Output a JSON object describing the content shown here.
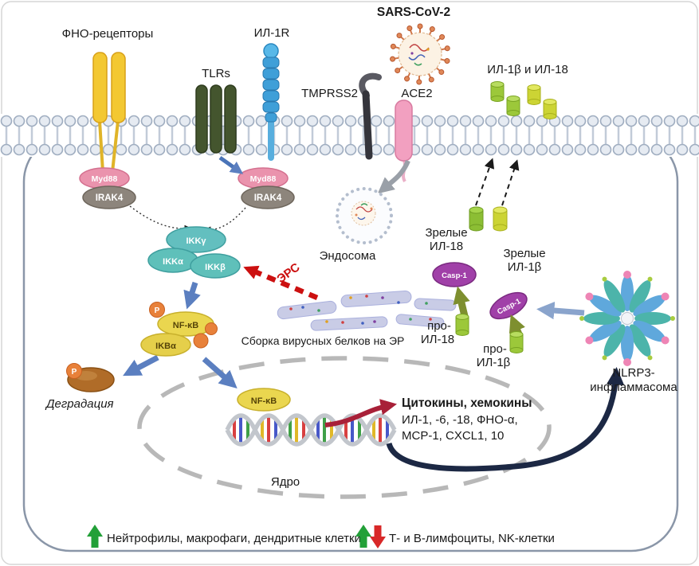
{
  "title": "SARS-CoV-2",
  "receptors": {
    "tnf": "ФНО-рецепторы",
    "tlrs": "TLRs",
    "il1r": "ИЛ-1R",
    "tmprss2": "TMPRSS2",
    "ace2": "ACE2"
  },
  "signaling": {
    "myd88": "Myd88",
    "irak4": "IRAK4",
    "ikk_gamma": "IKKγ",
    "ikk_alpha": "IKKα",
    "ikk_beta": "IKKβ",
    "nfkb": "NF-κB",
    "ikba": "IKBα",
    "phospho": "P",
    "casp1": "Casp-1",
    "degradation": "Деградация",
    "ers": "ЭРС"
  },
  "organelles": {
    "endosome": "Эндосома",
    "er_assembly": "Сборка вирусных белков на ЭР",
    "nucleus": "Ядро",
    "nlrp3_line1": "NLRP3-",
    "nlrp3_line2": "инфламмасома"
  },
  "cytokines": {
    "secreted": "ИЛ-1β и ИЛ-18",
    "mature_word": "Зрелые",
    "il18": "ИЛ-18",
    "il1b": "ИЛ-1β",
    "pro_word": "про-",
    "output_title": "Цитокины, хемокины",
    "output_line1": "ИЛ-1, -6, -18, ФНО-α,",
    "output_line2": "MCP-1, CXCL1, 10"
  },
  "legend": {
    "item1": "Нейтрофилы, макрофаги, дендритные клетки",
    "item2": "Т- и В-лимфоциты, NK-клетки"
  },
  "colors": {
    "membrane_outline": "#9fadc0",
    "tnf_receptor": "#f3c832",
    "tlr": "#44552e",
    "il1r": "#3f9fd8",
    "ace2": "#f2a0c0",
    "virus_spike": "#e08858",
    "myd88": "#ea93ad",
    "irak4": "#8d857c",
    "ikk": "#5fc0ba",
    "nfkb": "#ead64f",
    "phospho": "#e8813a",
    "casp1": "#a040a8",
    "il18_cylinder": "#8cbe34",
    "il1b_cylinder": "#ccd434",
    "degradation": "#b06c28",
    "arrow_blue": "#5b7fc0",
    "arrow_red": "#cc1010",
    "arrow_dark_red": "#a82038",
    "arrow_navy": "#1c2844",
    "arrow_olive": "#7e8f2f",
    "legend_up": "#22a038",
    "legend_down": "#d82828"
  }
}
